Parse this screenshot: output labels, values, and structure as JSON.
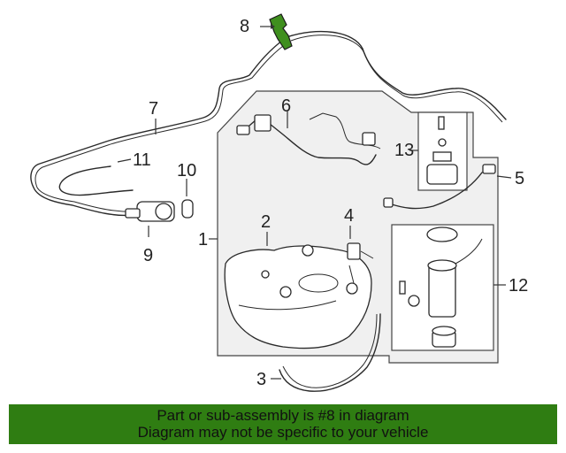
{
  "diagram": {
    "highlight_color": "#3f8f1e",
    "callouts": {
      "p1": "1",
      "p2": "2",
      "p3": "3",
      "p4": "4",
      "p5": "5",
      "p6": "6",
      "p7": "7",
      "p8": "8",
      "p9": "9",
      "p10": "10",
      "p11": "11",
      "p12": "12",
      "p13": "13"
    }
  },
  "banner": {
    "line1": "Part or sub-assembly is #8 in diagram",
    "line2": "Diagram may not be specific to your vehicle",
    "color": "#2f7d12"
  }
}
